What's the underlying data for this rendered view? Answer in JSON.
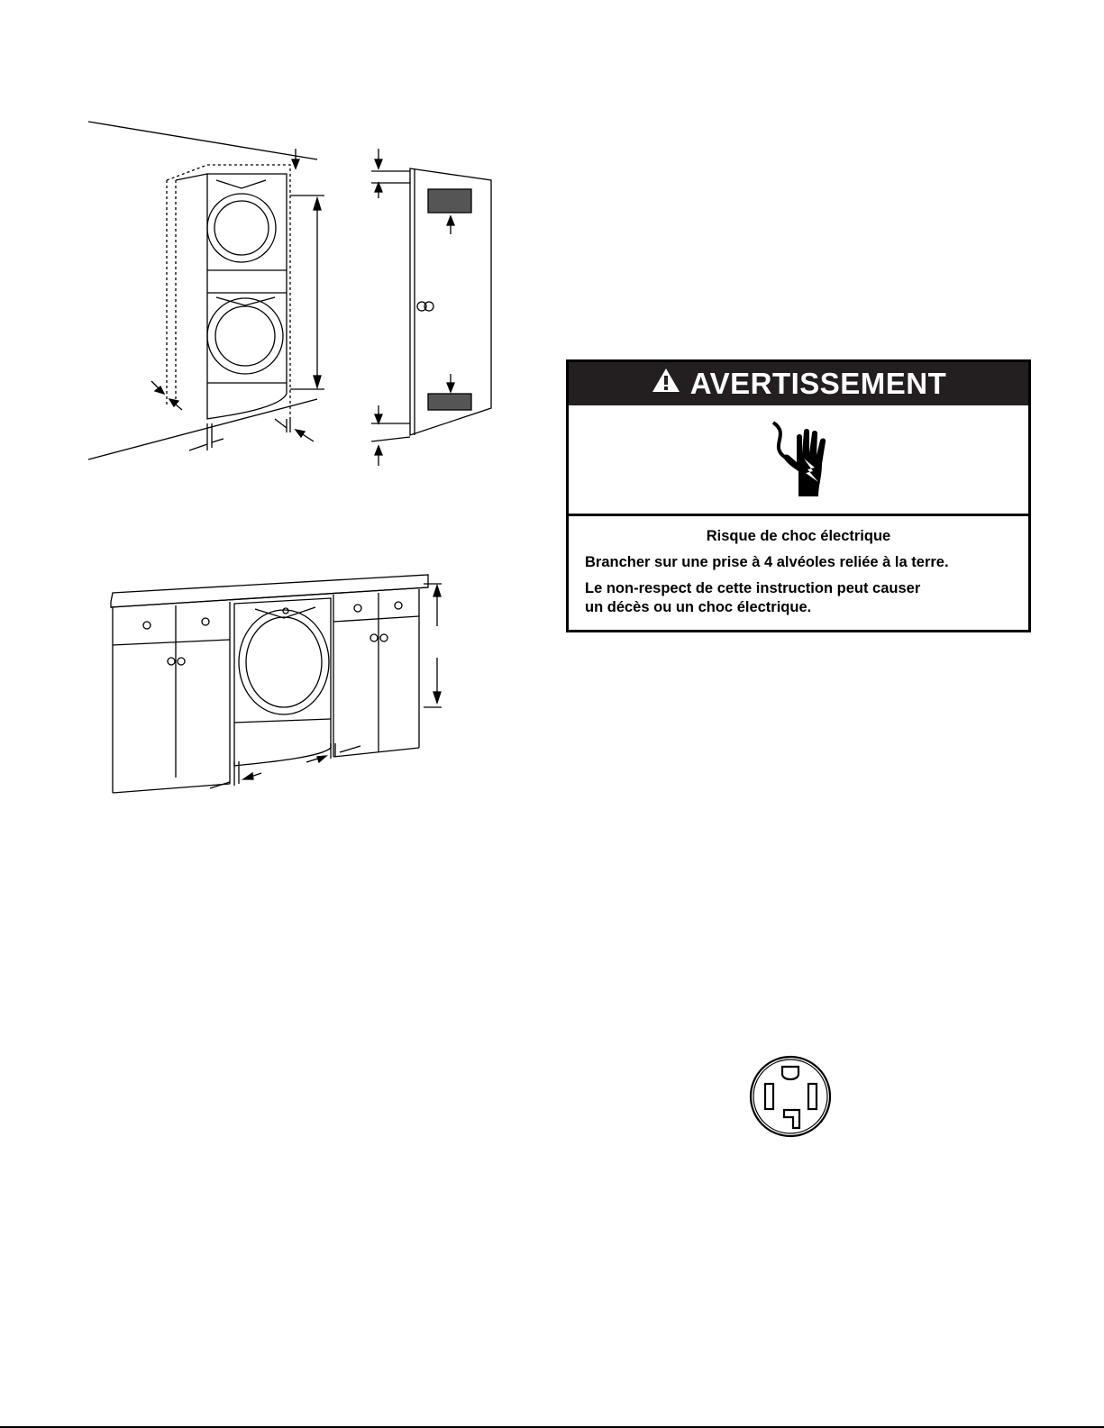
{
  "warning": {
    "header_label": "AVERTISSEMENT",
    "icon": "electrical-shock-hand-icon",
    "header_icon": "warning-triangle-icon",
    "title": "Risque de choc électrique",
    "instruction": "Brancher sur une prise à 4 alvéoles reliée à la terre.",
    "consequence_line1": "Le non-respect de cette instruction peut causer",
    "consequence_line2": "un décès ou un choc électrique.",
    "header_bg": "#231f20",
    "header_text_color": "#ffffff"
  },
  "figures": {
    "stacked_closet": "stacked-washer-dryer-closet-illustration",
    "closet_door": "closet-door-with-vents-illustration",
    "undercounter": "undercounter-dryer-illustration",
    "outlet": "4-prong-outlet-icon"
  }
}
